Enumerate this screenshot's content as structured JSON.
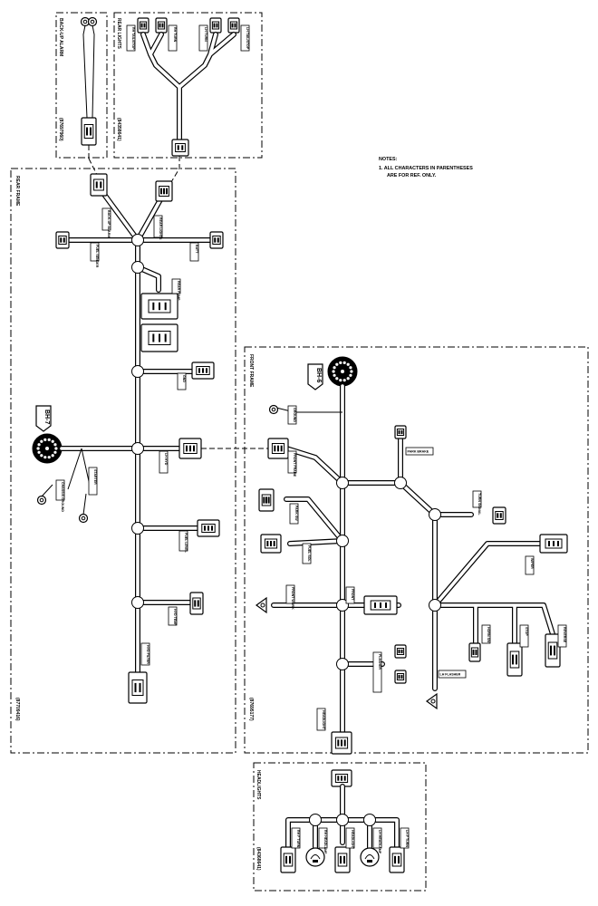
{
  "notes": {
    "heading": "NOTES:",
    "line1": "1.  ALL CHARACTERS IN PARENTHESES",
    "line2": "ARE FOR REF. ONLY."
  },
  "frames": {
    "backup_alarm": {
      "title": "BACK-UP ALARM",
      "part": "(87697960)"
    },
    "rear_lights": {
      "title": "REAR LIGHTS",
      "part": "(84358641)"
    },
    "rear_frame": {
      "title": "REAR FRAME",
      "part": "(87709416)"
    },
    "front_frame": {
      "title": "FRONT FRAME",
      "part": "(87695177)"
    },
    "headlights": {
      "title": "HEADLIGHTS",
      "part": "(84368641)"
    }
  },
  "ground_blocks": {
    "rear": "BH-7",
    "front": "BH-6"
  },
  "labels": {
    "rear_lights": [
      "RH TAIL/STOP",
      "RH TURN",
      "LH TURN",
      "LH TAIL/STOP"
    ],
    "rear_frame": [
      "BACK-UP ALARM",
      "REAR LIGHTS",
      "FUEL SENDER",
      "BATT",
      "REAR PUMP",
      "GND",
      "LH HYD",
      "REAR FRAME",
      "FUEL LEVEL",
      "HYD TEMP",
      "HYD FILTER",
      "ENGINE",
      "CHASSIS GROUND",
      "STARTER"
    ],
    "front_frame": [
      "GROUND",
      "FRONT FRAME",
      "PARK BRAKE",
      "PARK SW",
      "FUEL SOL",
      "FRONT WORK",
      "FLASHER",
      "HORN",
      "TURN SIGNAL",
      "HEADLIGHT",
      "RH FLASHER",
      "LH FLASHER",
      "HORN SW",
      "STOP",
      "REVERSE",
      "PWR",
      "WIPER",
      "FRONT"
    ],
    "headlights": [
      "RH F TURN",
      "RH HEADLAMP",
      "HEADLIGHT",
      "LH HEADLAMP",
      "LH F TURN"
    ]
  }
}
